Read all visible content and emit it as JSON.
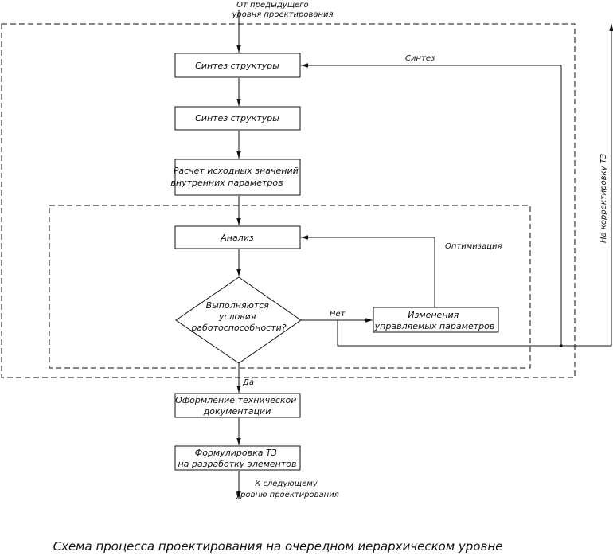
{
  "flowchart": {
    "input_label": [
      "От предыдущего",
      "уровня проектирования"
    ],
    "box_synthesis_1": [
      "Синтез структуры"
    ],
    "box_synthesis_2": [
      "Синтез структуры"
    ],
    "box_calc": [
      "Расчет исходных значений",
      "внутренних параметров"
    ],
    "box_analysis": [
      "Анализ"
    ],
    "decision": [
      "Выполняются",
      "условия",
      "работоспособности?"
    ],
    "label_no": "Нет",
    "label_yes": "Да",
    "box_change": [
      "Изменения",
      "управляемых параметров"
    ],
    "label_optimization": "Оптимизация",
    "label_synthesis_loop": "Синтез",
    "label_tz_correction": "На корректировку ТЗ",
    "box_docs": [
      "Оформление технической",
      "документации"
    ],
    "box_tz": [
      "Формулировка ТЗ",
      "на разработку элементов"
    ],
    "output_label": [
      "К следующему",
      "уровню проектирования"
    ]
  },
  "caption": "Схема процесса проектирования на очередном иерархическом уровне"
}
